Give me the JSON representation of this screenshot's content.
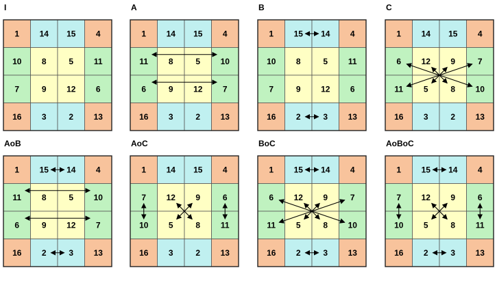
{
  "colors": {
    "corner": "#f8c39c",
    "edge": "#c0f0f0",
    "side": "#c0f2c0",
    "center": "#ffffc4",
    "border": "#222222",
    "arrow": "#000000"
  },
  "panels": [
    {
      "label": "I",
      "numbers": [
        [
          "1",
          "14",
          "15",
          "4"
        ],
        [
          "10",
          "8",
          "5",
          "11"
        ],
        [
          "7",
          "9",
          "12",
          "6"
        ],
        [
          "16",
          "3",
          "2",
          "13"
        ]
      ],
      "arrows": []
    },
    {
      "label": "A",
      "numbers": [
        [
          "1",
          "14",
          "15",
          "4"
        ],
        [
          "11",
          "8",
          "5",
          "10"
        ],
        [
          "6",
          "9",
          "12",
          "7"
        ],
        [
          "16",
          "3",
          "2",
          "13"
        ]
      ],
      "arrows": [
        {
          "from": [
            1,
            0
          ],
          "to": [
            1,
            3
          ],
          "double": true
        },
        {
          "from": [
            2,
            0
          ],
          "to": [
            2,
            3
          ],
          "double": true
        }
      ]
    },
    {
      "label": "B",
      "numbers": [
        [
          "1",
          "15",
          "14",
          "4"
        ],
        [
          "10",
          "8",
          "5",
          "11"
        ],
        [
          "7",
          "9",
          "12",
          "6"
        ],
        [
          "16",
          "2",
          "3",
          "13"
        ]
      ],
      "arrows": [
        {
          "from": [
            0,
            1
          ],
          "to": [
            0,
            2
          ],
          "double": true
        },
        {
          "from": [
            3,
            1
          ],
          "to": [
            3,
            2
          ],
          "double": true
        }
      ]
    },
    {
      "label": "C",
      "numbers": [
        [
          "1",
          "14",
          "15",
          "4"
        ],
        [
          "6",
          "12",
          "9",
          "7"
        ],
        [
          "11",
          "5",
          "8",
          "10"
        ],
        [
          "16",
          "3",
          "2",
          "13"
        ]
      ],
      "arrows": [
        {
          "from": [
            1,
            0
          ],
          "to": [
            2,
            3
          ],
          "double": true
        },
        {
          "from": [
            2,
            0
          ],
          "to": [
            1,
            3
          ],
          "double": true
        },
        {
          "from": [
            1,
            1
          ],
          "to": [
            2,
            2
          ],
          "double": true
        },
        {
          "from": [
            2,
            1
          ],
          "to": [
            1,
            2
          ],
          "double": true
        }
      ]
    },
    {
      "label": "AoB",
      "numbers": [
        [
          "1",
          "15",
          "14",
          "4"
        ],
        [
          "11",
          "8",
          "5",
          "10"
        ],
        [
          "6",
          "9",
          "12",
          "7"
        ],
        [
          "16",
          "2",
          "3",
          "13"
        ]
      ],
      "arrows": [
        {
          "from": [
            0,
            1
          ],
          "to": [
            0,
            2
          ],
          "double": true
        },
        {
          "from": [
            3,
            1
          ],
          "to": [
            3,
            2
          ],
          "double": true
        },
        {
          "from": [
            1,
            0
          ],
          "to": [
            1,
            3
          ],
          "double": true
        },
        {
          "from": [
            2,
            0
          ],
          "to": [
            2,
            3
          ],
          "double": true
        }
      ]
    },
    {
      "label": "AoC",
      "numbers": [
        [
          "1",
          "14",
          "15",
          "4"
        ],
        [
          "7",
          "12",
          "9",
          "6"
        ],
        [
          "10",
          "5",
          "8",
          "11"
        ],
        [
          "16",
          "3",
          "2",
          "13"
        ]
      ],
      "arrows": [
        {
          "from": [
            1,
            0
          ],
          "to": [
            2,
            0
          ],
          "double": true
        },
        {
          "from": [
            1,
            3
          ],
          "to": [
            2,
            3
          ],
          "double": true
        },
        {
          "from": [
            1,
            1
          ],
          "to": [
            2,
            2
          ],
          "double": true
        },
        {
          "from": [
            2,
            1
          ],
          "to": [
            1,
            2
          ],
          "double": true
        }
      ]
    },
    {
      "label": "BoC",
      "numbers": [
        [
          "1",
          "15",
          "14",
          "4"
        ],
        [
          "6",
          "12",
          "9",
          "7"
        ],
        [
          "11",
          "5",
          "8",
          "10"
        ],
        [
          "16",
          "2",
          "3",
          "13"
        ]
      ],
      "arrows": [
        {
          "from": [
            0,
            1
          ],
          "to": [
            0,
            2
          ],
          "double": true
        },
        {
          "from": [
            3,
            1
          ],
          "to": [
            3,
            2
          ],
          "double": true
        },
        {
          "from": [
            1,
            0
          ],
          "to": [
            2,
            3
          ],
          "double": true
        },
        {
          "from": [
            2,
            0
          ],
          "to": [
            1,
            3
          ],
          "double": true
        },
        {
          "from": [
            1,
            1
          ],
          "to": [
            2,
            2
          ],
          "double": true
        },
        {
          "from": [
            2,
            1
          ],
          "to": [
            1,
            2
          ],
          "double": true
        }
      ]
    },
    {
      "label": "AoBoC",
      "numbers": [
        [
          "1",
          "15",
          "14",
          "4"
        ],
        [
          "7",
          "12",
          "9",
          "6"
        ],
        [
          "10",
          "5",
          "8",
          "11"
        ],
        [
          "16",
          "2",
          "3",
          "13"
        ]
      ],
      "arrows": [
        {
          "from": [
            0,
            1
          ],
          "to": [
            0,
            2
          ],
          "double": true
        },
        {
          "from": [
            3,
            1
          ],
          "to": [
            3,
            2
          ],
          "double": true
        },
        {
          "from": [
            1,
            0
          ],
          "to": [
            2,
            0
          ],
          "double": true
        },
        {
          "from": [
            1,
            3
          ],
          "to": [
            2,
            3
          ],
          "double": true
        },
        {
          "from": [
            1,
            1
          ],
          "to": [
            2,
            2
          ],
          "double": true
        },
        {
          "from": [
            2,
            1
          ],
          "to": [
            1,
            2
          ],
          "double": true
        }
      ]
    }
  ]
}
